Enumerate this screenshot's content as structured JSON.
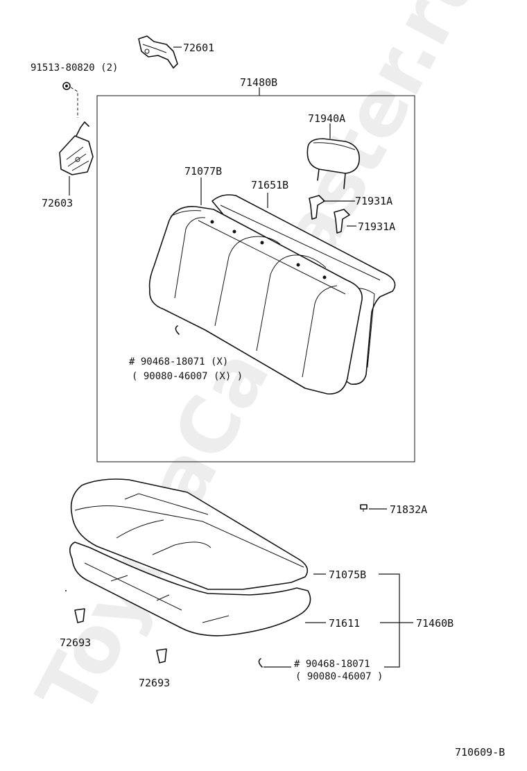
{
  "watermark": "ToyotaCarMaster.ru",
  "diagram_code": "710609-B",
  "parts": {
    "p72601": "72601",
    "p91513": "91513-80820 (2)",
    "p72603": "72603",
    "p71480B": "71480B",
    "p71940A": "71940A",
    "p71077B": "71077B",
    "p71651B": "71651B",
    "p71931A_1": "71931A",
    "p71931A_2": "71931A",
    "clip_upper_1": "# 90468-18071 (X)",
    "clip_upper_2": "( 90080-46007 (X) )",
    "p71832A": "71832A",
    "p71075B": "71075B",
    "p71611": "71611",
    "p71460B": "71460B",
    "clip_lower_1": "# 90468-18071",
    "clip_lower_2": "( 90080-46007 )",
    "p72693_1": "72693",
    "p72693_2": "72693"
  }
}
